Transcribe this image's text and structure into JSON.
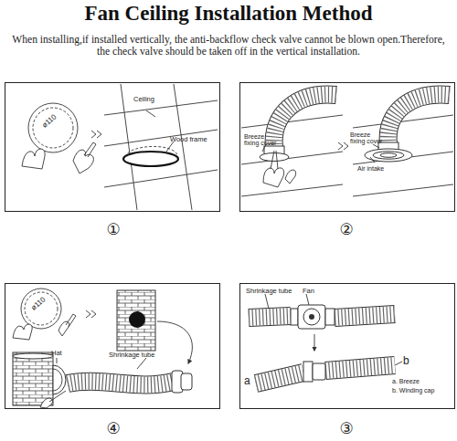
{
  "diagram": {
    "title": "Fan Ceiling Installation Method",
    "nodes": [
      {
        "text": [
          "ø110",
          "Ceiling",
          "Wood frame",
          "①"
        ]
      },
      {
        "text": [
          "Breeze fixing cover",
          "Breeze fixing cover",
          "Air intake",
          "②"
        ]
      },
      {
        "text": [
          "ø110",
          "Hat",
          "Shrinkage tube",
          "④"
        ]
      },
      {
        "text": [
          "Shrinkage tube",
          "Fan",
          "a",
          "b",
          "a. Breeze",
          "b. Winding cap",
          "③"
        ]
      }
    ],
    "labels": [
      "When installing,if installed vertically, the anti-backflow check valve cannot be blown open.Therefore, the check valve should be taken off in the vertical installation."
    ]
  }
}
